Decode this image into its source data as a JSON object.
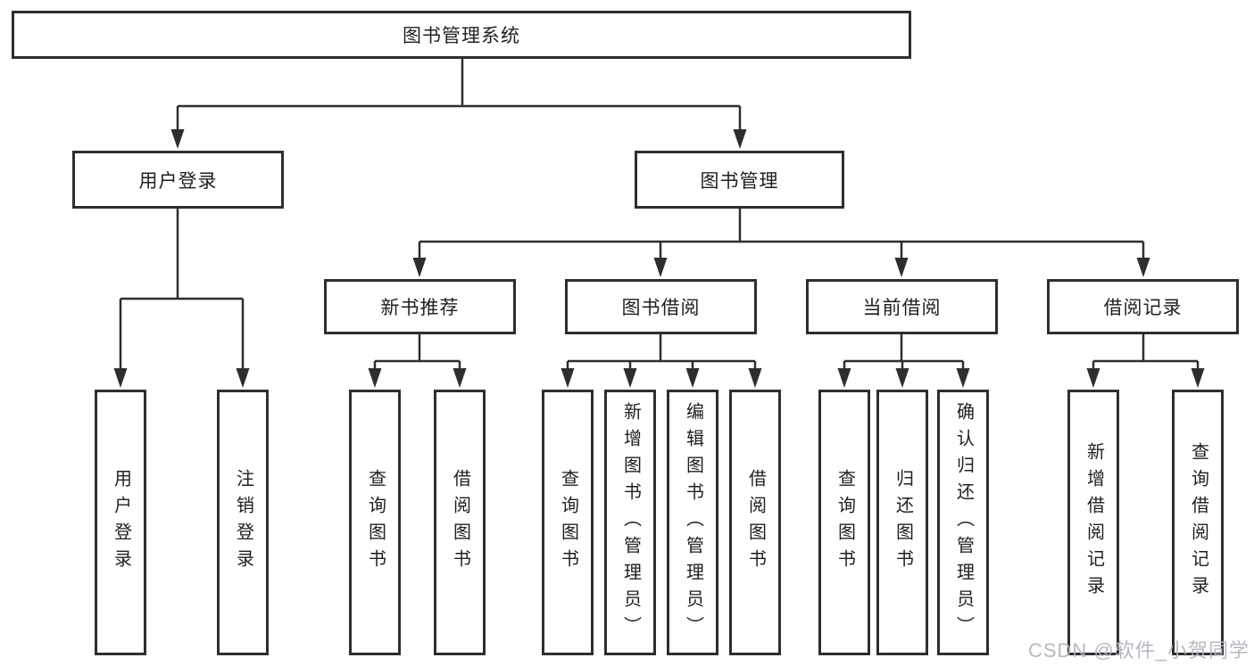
{
  "tree": {
    "label": "图书管理系统",
    "children": [
      {
        "label": "用户登录",
        "children": [
          {
            "label": "用户登录"
          },
          {
            "label": "注销登录"
          }
        ]
      },
      {
        "label": "图书管理",
        "children": [
          {
            "label": "新书推荐",
            "children": [
              {
                "label": "查询图书"
              },
              {
                "label": "借阅图书"
              }
            ]
          },
          {
            "label": "图书借阅",
            "children": [
              {
                "label": "查询图书"
              },
              {
                "label": "新增图书（管理员）"
              },
              {
                "label": "编辑图书（管理员）"
              },
              {
                "label": "借阅图书"
              }
            ]
          },
          {
            "label": "当前借阅",
            "children": [
              {
                "label": "查询图书"
              },
              {
                "label": "归还图书"
              },
              {
                "label": "确认归还（管理员）"
              }
            ]
          },
          {
            "label": "借阅记录",
            "children": [
              {
                "label": "新增借阅记录"
              },
              {
                "label": "查询借阅记录"
              }
            ]
          }
        ]
      }
    ]
  },
  "watermark": "CSDN @软件_小贺同学",
  "colors": {
    "line": "#2e2e2e",
    "box_border": "#2e2e2e",
    "box_background": "#ffffff",
    "text": "#1f1f1f",
    "watermark": "#b1b5bc",
    "background": "#ffffff"
  }
}
